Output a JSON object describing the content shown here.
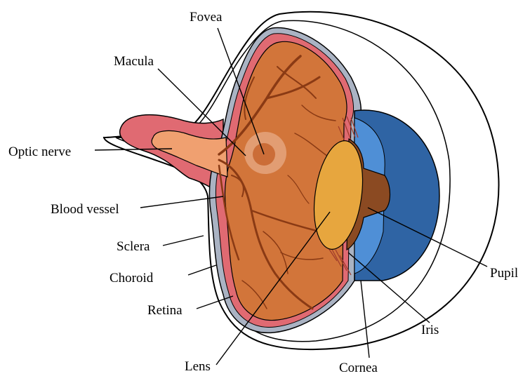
{
  "labels": {
    "fovea": "Fovea",
    "macula": "Macula",
    "optic_nerve": "Optic nerve",
    "blood_vessel": "Blood vessel",
    "sclera": "Sclera",
    "choroid": "Choroid",
    "retina": "Retina",
    "lens": "Lens",
    "cornea": "Cornea",
    "iris": "Iris",
    "pupil": "Pupil"
  },
  "colors": {
    "retina_orange": "#d2753a",
    "vessel_brown": "#8a3a14",
    "choroid_pink": "#e06a72",
    "sclera_gray": "#aab3c3",
    "lens_yellow": "#e7a63e",
    "iris_brown": "#8b4a22",
    "cornea_blue": "#2f64a4",
    "cornea_light": "#4f8fd6",
    "nerve_peach": "#f0a070"
  }
}
